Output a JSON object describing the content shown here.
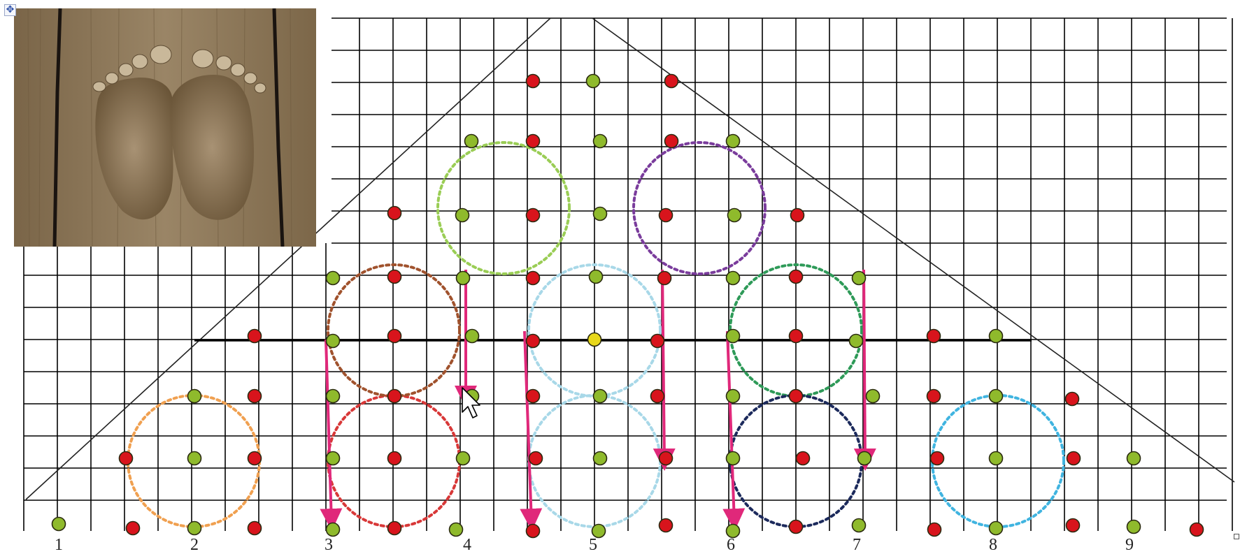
{
  "labels": [
    "1",
    "2",
    "3",
    "4",
    "5",
    "6",
    "7",
    "8",
    "9"
  ],
  "icons": {
    "move_handle": "move-arrows-icon",
    "move_handle_glyph": "✥",
    "cursor": "mouse-pointer-icon",
    "resize_handle": "resize-square-icon"
  },
  "photo": {
    "subject": "footprints-carved-in-wood"
  },
  "colors": {
    "red_dot": "#d8141c",
    "green_dot": "#8fba2c",
    "yellow_dot": "#e8d81a",
    "arrow": "#e0287a",
    "grid": "#000000",
    "circle_orange": "#f0a050",
    "circle_red": "#d83838",
    "circle_brown": "#a0522d",
    "circle_lightgreen": "#9acd55",
    "circle_lightblue": "#a8d8e8",
    "circle_purple": "#7a3c9c",
    "circle_green": "#2e9a58",
    "circle_navy": "#1c2a5c",
    "circle_sky": "#40b4e0"
  }
}
